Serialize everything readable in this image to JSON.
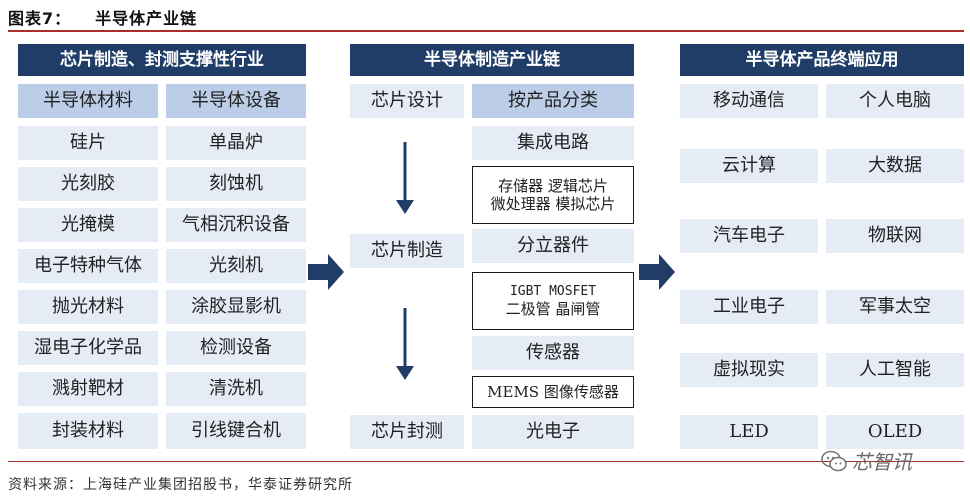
{
  "title": {
    "label": "图表7：",
    "text": "半导体产业链"
  },
  "col1": {
    "header": "芯片制造、封测支撑性行业",
    "materials_header": "半导体材料",
    "equipment_header": "半导体设备",
    "materials": [
      "硅片",
      "光刻胶",
      "光掩模",
      "电子特种气体",
      "抛光材料",
      "湿电子化学品",
      "溅射靶材",
      "封装材料"
    ],
    "equipment": [
      "单晶炉",
      "刻蚀机",
      "气相沉积设备",
      "光刻机",
      "涂胶显影机",
      "检测设备",
      "清洗机",
      "引线键合机"
    ]
  },
  "col2": {
    "header": "半导体制造产业链",
    "stages": {
      "design": "芯片设计",
      "manufacturing": "芯片制造",
      "packaging": "芯片封测"
    },
    "by_product_header": "按产品分类",
    "ic": "集成电路",
    "ic_sub": {
      "line1": "存储器 逻辑芯片",
      "line2": "微处理器 模拟芯片"
    },
    "discrete": "分立器件",
    "discrete_sub": {
      "line1": "IGBT MOSFET",
      "line2": "二极管 晶闸管"
    },
    "sensor": "传感器",
    "sensor_sub": "MEMS 图像传感器",
    "opto": "光电子"
  },
  "col3": {
    "header": "半导体产品终端应用",
    "apps": [
      "移动通信",
      "个人电脑",
      "云计算",
      "大数据",
      "汽车电子",
      "物联网",
      "工业电子",
      "军事太空",
      "虚拟现实",
      "人工智能",
      "LED",
      "OLED"
    ]
  },
  "source": "资料来源：上海硅产业集团招股书，华泰证券研究所",
  "watermark": "芯智讯",
  "colors": {
    "header_bg": "#1f3d66",
    "light_box": "#e6ecf6",
    "mid_box": "#bccde8",
    "rule": "#a8302a"
  }
}
